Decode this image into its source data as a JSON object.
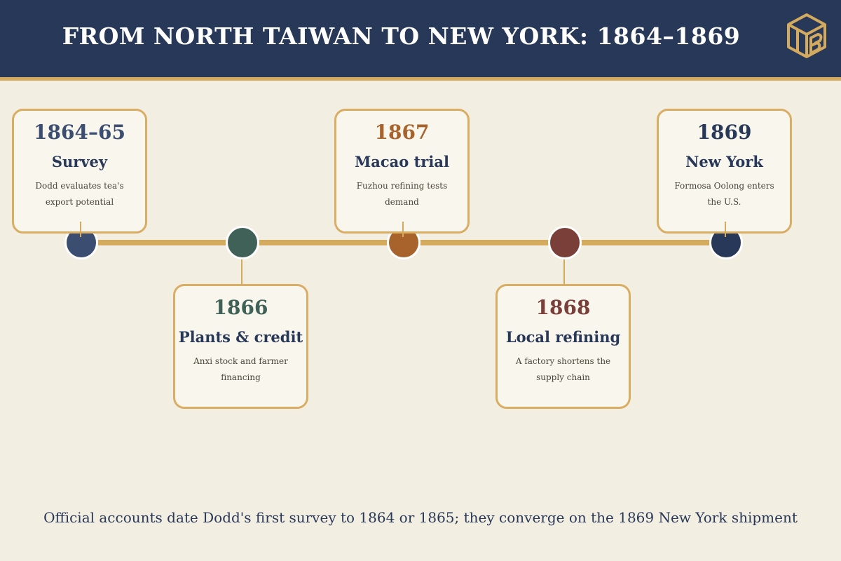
{
  "header": {
    "title": "FROM NORTH TAIWAN TO NEW YORK: 1864–1869"
  },
  "colors": {
    "header_bg": "#283858",
    "accent_gold": "#d4aa5e",
    "page_bg": "#f3eee2",
    "card_bg": "#f9f6ee",
    "event_1": "#3b4e72",
    "event_2": "#3f6157",
    "event_3": "#a8622b",
    "event_4": "#7a3f38",
    "event_5": "#283858"
  },
  "events": [
    {
      "year": "1864–65",
      "title": "Survey",
      "description": "Dodd evaluates tea's export potential",
      "color": "#3b4e72"
    },
    {
      "year": "1866",
      "title": "Plants & credit",
      "description": "Anxi stock and farmer financing",
      "color": "#3f6157"
    },
    {
      "year": "1867",
      "title": "Macao trial",
      "description": "Fuzhou refining tests demand",
      "color": "#a8622b"
    },
    {
      "year": "1868",
      "title": "Local refining",
      "description": "A factory shortens the supply chain",
      "color": "#7a3f38"
    },
    {
      "year": "1869",
      "title": "New York",
      "description": "Formosa Oolong enters the U.S.",
      "color": "#283858"
    }
  ],
  "footnote": "Official accounts date Dodd's first survey to 1864 or 1865; they converge on the 1869 New York shipment"
}
